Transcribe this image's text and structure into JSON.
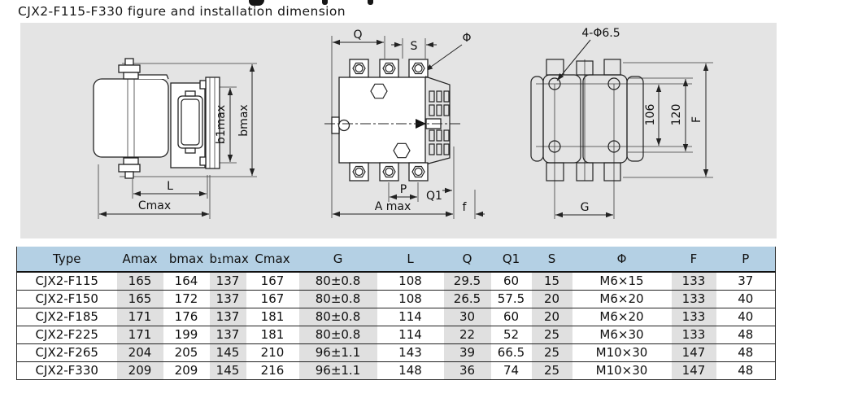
{
  "title": "CJX2-F115-F330 figure and installation dimension",
  "figure": {
    "side_view": {
      "dim_b1max": "b1max",
      "dim_bmax": "bmax",
      "dim_l": "L",
      "dim_cmax": "Cmax"
    },
    "front_view": {
      "dim_q": "Q",
      "dim_s": "S",
      "dim_phi": "Φ",
      "dim_p": "P",
      "dim_q1": "Q1",
      "dim_amax": "A max",
      "dim_f": "f"
    },
    "mounting_view": {
      "holes_label": "4-Φ6.5",
      "dim_hole_spacing_inner": "106",
      "dim_hole_spacing_outer": "120",
      "dim_f_height": "F",
      "dim_g": "G"
    }
  },
  "table": {
    "headers": [
      "Type",
      "Amax",
      "bmax",
      "b₁max",
      "Cmax",
      "G",
      "L",
      "Q",
      "Q1",
      "S",
      "Φ",
      "F",
      "P"
    ],
    "rows": [
      [
        "CJX2-F115",
        "165",
        "164",
        "137",
        "167",
        "80±0.8",
        "108",
        "29.5",
        "60",
        "15",
        "M6×15",
        "133",
        "37"
      ],
      [
        "CJX2-F150",
        "165",
        "172",
        "137",
        "167",
        "80±0.8",
        "108",
        "26.5",
        "57.5",
        "20",
        "M6×20",
        "133",
        "40"
      ],
      [
        "CJX2-F185",
        "171",
        "176",
        "137",
        "181",
        "80±0.8",
        "114",
        "30",
        "60",
        "20",
        "M6×20",
        "133",
        "40"
      ],
      [
        "CJX2-F225",
        "171",
        "199",
        "137",
        "181",
        "80±0.8",
        "114",
        "22",
        "52",
        "25",
        "M6×30",
        "133",
        "48"
      ],
      [
        "CJX2-F265",
        "204",
        "205",
        "145",
        "210",
        "96±1.1",
        "143",
        "39",
        "66.5",
        "25",
        "M10×30",
        "147",
        "48"
      ],
      [
        "CJX2-F330",
        "209",
        "209",
        "145",
        "216",
        "96±1.1",
        "148",
        "36",
        "74",
        "25",
        "M10×30",
        "147",
        "48"
      ]
    ]
  },
  "colors": {
    "panel_bg": "#e4e4e4",
    "table_header_bg": "#b4d0e4",
    "shaded_column_bg": "#e0e0e0",
    "line_color": "#222222"
  }
}
